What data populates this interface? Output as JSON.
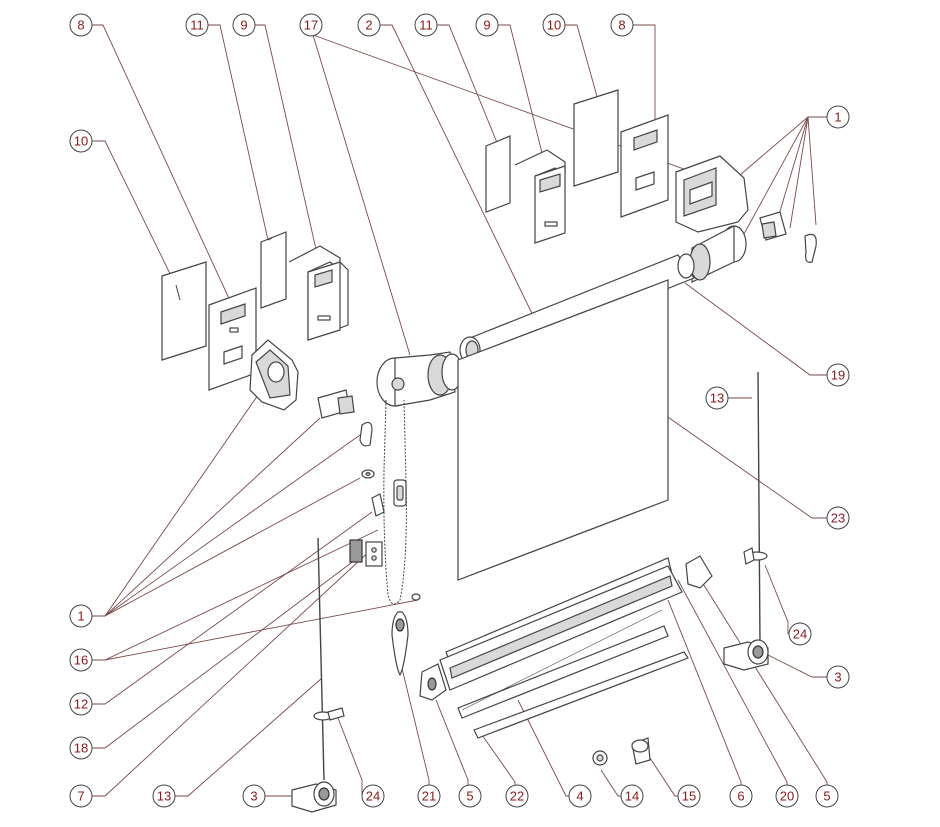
{
  "callouts": [
    {
      "id": "c8a",
      "label": "8"
    },
    {
      "id": "c11a",
      "label": "11"
    },
    {
      "id": "c9a",
      "label": "9"
    },
    {
      "id": "c17",
      "label": "17"
    },
    {
      "id": "c2",
      "label": "2"
    },
    {
      "id": "c11b",
      "label": "11"
    },
    {
      "id": "c9b",
      "label": "9"
    },
    {
      "id": "c10b",
      "label": "10"
    },
    {
      "id": "c8b",
      "label": "8"
    },
    {
      "id": "c1r",
      "label": "1"
    },
    {
      "id": "c10a",
      "label": "10"
    },
    {
      "id": "c19",
      "label": "19"
    },
    {
      "id": "c13r",
      "label": "13"
    },
    {
      "id": "c23",
      "label": "23"
    },
    {
      "id": "c1l",
      "label": "1"
    },
    {
      "id": "c24r",
      "label": "24"
    },
    {
      "id": "c16",
      "label": "16"
    },
    {
      "id": "c3r",
      "label": "3"
    },
    {
      "id": "c12",
      "label": "12"
    },
    {
      "id": "c18",
      "label": "18"
    },
    {
      "id": "c7",
      "label": "7"
    },
    {
      "id": "c13l",
      "label": "13"
    },
    {
      "id": "c3l",
      "label": "3"
    },
    {
      "id": "c24l",
      "label": "24"
    },
    {
      "id": "c21",
      "label": "21"
    },
    {
      "id": "c5a",
      "label": "5"
    },
    {
      "id": "c22",
      "label": "22"
    },
    {
      "id": "c4",
      "label": "4"
    },
    {
      "id": "c14",
      "label": "14"
    },
    {
      "id": "c15",
      "label": "15"
    },
    {
      "id": "c6",
      "label": "6"
    },
    {
      "id": "c20",
      "label": "20"
    },
    {
      "id": "c5b",
      "label": "5"
    }
  ]
}
